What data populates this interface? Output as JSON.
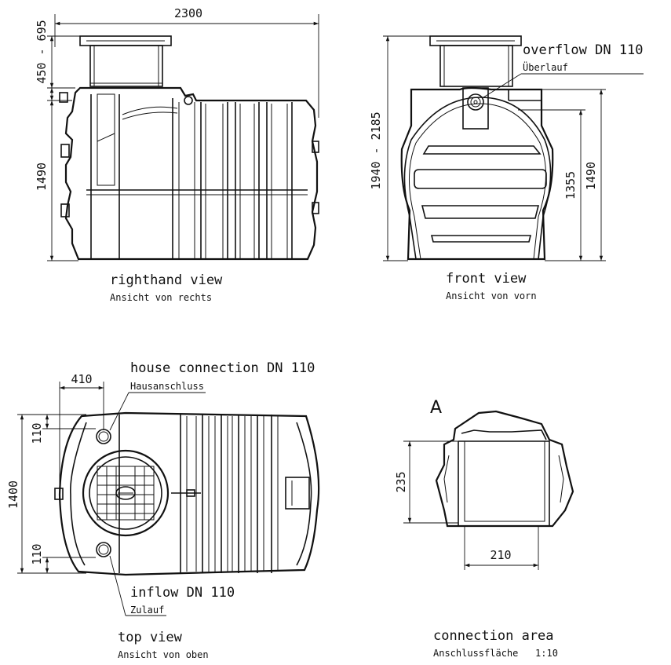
{
  "righthand_view": {
    "title": "righthand view",
    "subtitle": "Ansicht von rechts",
    "dim_length": "2300",
    "dim_riser": "450 - 695",
    "dim_body_height": "1490"
  },
  "front_view": {
    "title": "front view",
    "subtitle": "Ansicht von vorn",
    "overflow_label": "overflow DN  110",
    "overflow_sub": "Überlauf",
    "dim_total_height": "1940 - 2185",
    "dim_inner_height": "1355",
    "dim_body_height": "1490"
  },
  "top_view": {
    "title": "top view",
    "subtitle": "Ansicht von oben",
    "house_label": "house connection DN 110",
    "house_sub": "Hausanschluss",
    "inflow_label": "inflow DN 110",
    "inflow_sub": "Zulauf",
    "dim_offset": "410",
    "dim_width": "1400",
    "dim_top_pipe": "110",
    "dim_bottom_pipe": "110"
  },
  "connection_area": {
    "marker": "A",
    "title": "connection area",
    "subtitle": "Anschlussfläche   1:10",
    "dim_height": "235",
    "dim_width": "210"
  }
}
